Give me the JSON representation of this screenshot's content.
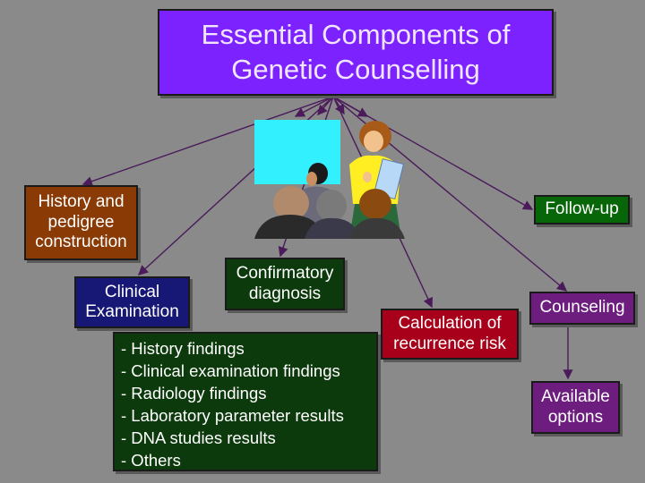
{
  "title": {
    "line1": "Essential Components of",
    "line2": "Genetic Counselling"
  },
  "nodes": {
    "history": "History and pedigree construction",
    "clinical": "Clinical Examination",
    "confirmatory": "Confirmatory diagnosis",
    "calculation": "Calculation of recurrence risk",
    "follow_up": "Follow-up",
    "counseling": "Counseling",
    "options": "Available options"
  },
  "findings": [
    "- History findings",
    "- Clinical examination findings",
    "- Radiology findings",
    "- Laboratory parameter results",
    "- DNA studies results",
    "- Others"
  ],
  "colors": {
    "background": "#8a8a8a",
    "title_fill": "#7b22ff",
    "history_fill": "#8a3a05",
    "clinical_fill": "#171776",
    "confirmatory_fill": "#0c3a0c",
    "calculation_fill": "#a8001a",
    "follow_up_fill": "#076607",
    "counseling_fill": "#6d1d7e",
    "arrow": "#4a1a5a"
  },
  "illustration": "teacher-with-students-clipart"
}
